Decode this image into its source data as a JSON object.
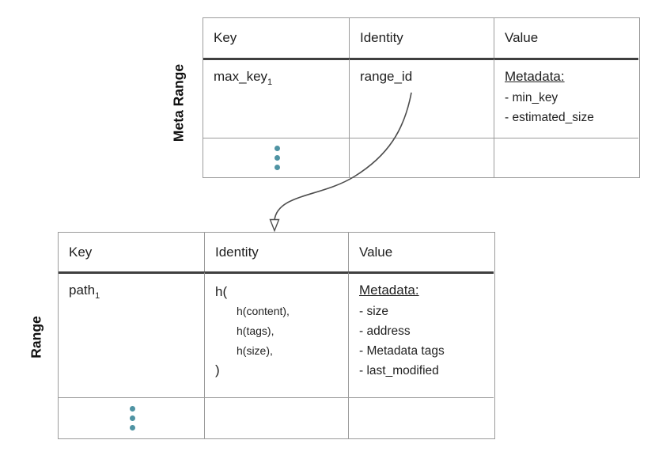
{
  "colors": {
    "grid_border": "#9b9b9b",
    "header_rule": "#3f3f3f",
    "text": "#1f1f1f",
    "ellipsis_dot": "#4f93a3",
    "arrow": "#4d4d4d"
  },
  "meta": {
    "label": "Meta Range",
    "headers": [
      "Key",
      "Identity",
      "Value"
    ],
    "row": {
      "key_base": "max_key",
      "key_sub": "1",
      "identity": "range_id",
      "value_title": "Metadata:",
      "value_items": [
        "- min_key",
        "- estimated_size"
      ]
    }
  },
  "range": {
    "label": "Range",
    "headers": [
      "Key",
      "Identity",
      "Value"
    ],
    "row": {
      "key_base": "path",
      "key_sub": "1",
      "identity_open": "h(",
      "identity_args": [
        "h(content),",
        "h(tags),",
        "h(size),"
      ],
      "identity_close": ")",
      "value_title": "Metadata:",
      "value_items": [
        "- size",
        "- address",
        "- Metadata tags",
        "- last_modified"
      ]
    }
  }
}
